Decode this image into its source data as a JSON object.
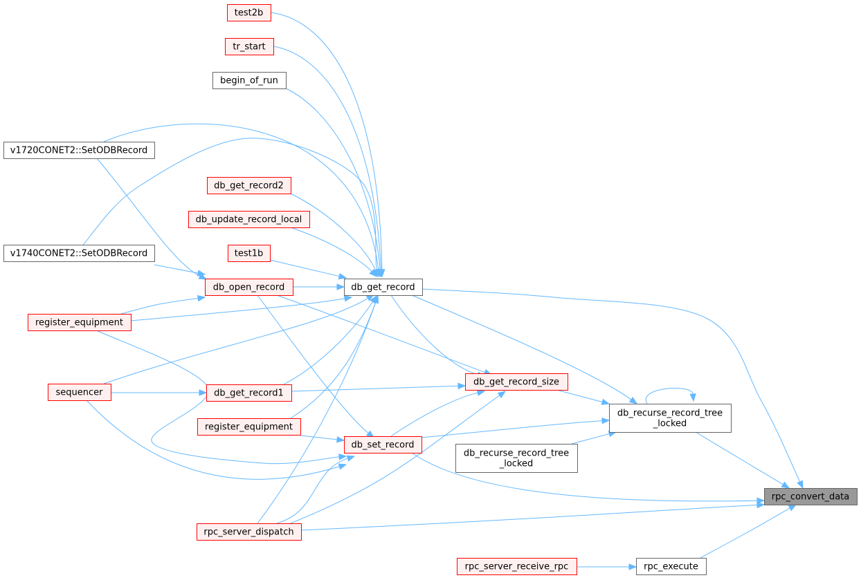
{
  "colors": {
    "edge": "#63b8ff",
    "red_border": "#ff0000",
    "red_fill": "#fff0f0",
    "plain_border": "#666666",
    "plain_fill": "#ffffff",
    "focus_fill": "#999999"
  },
  "nodes": [
    {
      "id": "test2b",
      "lines": [
        "test2b"
      ],
      "style": "red"
    },
    {
      "id": "tr_start",
      "lines": [
        "tr_start"
      ],
      "style": "red"
    },
    {
      "id": "begin_of_run",
      "lines": [
        "begin_of_run"
      ],
      "style": "plain"
    },
    {
      "id": "v1720",
      "lines": [
        "v1720CONET2::SetODBRecord"
      ],
      "style": "plain"
    },
    {
      "id": "db_get_record2",
      "lines": [
        "db_get_record2"
      ],
      "style": "red"
    },
    {
      "id": "db_update_record_local",
      "lines": [
        "db_update_record_local"
      ],
      "style": "red"
    },
    {
      "id": "v1740",
      "lines": [
        "v1740CONET2::SetODBRecord"
      ],
      "style": "plain"
    },
    {
      "id": "test1b",
      "lines": [
        "test1b"
      ],
      "style": "red"
    },
    {
      "id": "db_open_record",
      "lines": [
        "db_open_record"
      ],
      "style": "red"
    },
    {
      "id": "db_get_record",
      "lines": [
        "db_get_record"
      ],
      "style": "plain"
    },
    {
      "id": "register_equipment_1",
      "lines": [
        "register_equipment"
      ],
      "style": "red"
    },
    {
      "id": "db_get_record_size",
      "lines": [
        "db_get_record_size"
      ],
      "style": "red"
    },
    {
      "id": "sequencer",
      "lines": [
        "sequencer"
      ],
      "style": "red"
    },
    {
      "id": "db_get_record1",
      "lines": [
        "db_get_record1"
      ],
      "style": "red"
    },
    {
      "id": "db_recurse_record_tree_locked_1",
      "lines": [
        "db_recurse_record_tree",
        "_locked"
      ],
      "style": "plain"
    },
    {
      "id": "register_equipment_2",
      "lines": [
        "register_equipment"
      ],
      "style": "red"
    },
    {
      "id": "db_set_record",
      "lines": [
        "db_set_record"
      ],
      "style": "red"
    },
    {
      "id": "db_recurse_record_tree_locked_2",
      "lines": [
        "db_recurse_record_tree",
        "_locked"
      ],
      "style": "plain"
    },
    {
      "id": "rpc_convert_data",
      "lines": [
        "rpc_convert_data"
      ],
      "style": "focus"
    },
    {
      "id": "rpc_server_dispatch",
      "lines": [
        "rpc_server_dispatch"
      ],
      "style": "red"
    },
    {
      "id": "rpc_server_receive_rpc",
      "lines": [
        "rpc_server_receive_rpc"
      ],
      "style": "red"
    },
    {
      "id": "rpc_execute",
      "lines": [
        "rpc_execute"
      ],
      "style": "plain"
    }
  ],
  "edges": [
    {
      "from": "test2b",
      "to": "db_get_record"
    },
    {
      "from": "tr_start",
      "to": "db_get_record"
    },
    {
      "from": "begin_of_run",
      "to": "db_get_record"
    },
    {
      "from": "v1720",
      "to": "db_get_record"
    },
    {
      "from": "v1720",
      "to": "db_open_record"
    },
    {
      "from": "db_get_record2",
      "to": "db_get_record"
    },
    {
      "from": "db_update_record_local",
      "to": "db_get_record"
    },
    {
      "from": "v1740",
      "to": "db_get_record"
    },
    {
      "from": "v1740",
      "to": "db_open_record"
    },
    {
      "from": "test1b",
      "to": "db_get_record"
    },
    {
      "from": "db_open_record",
      "to": "db_get_record"
    },
    {
      "from": "db_open_record",
      "to": "db_get_record_size"
    },
    {
      "from": "db_open_record",
      "to": "db_set_record"
    },
    {
      "from": "register_equipment_1",
      "to": "db_open_record"
    },
    {
      "from": "register_equipment_1",
      "to": "db_get_record"
    },
    {
      "from": "register_equipment_1",
      "to": "db_set_record"
    },
    {
      "from": "sequencer",
      "to": "db_get_record"
    },
    {
      "from": "sequencer",
      "to": "db_get_record1"
    },
    {
      "from": "sequencer",
      "to": "db_set_record"
    },
    {
      "from": "db_get_record1",
      "to": "db_get_record"
    },
    {
      "from": "db_get_record1",
      "to": "db_get_record_size"
    },
    {
      "from": "register_equipment_2",
      "to": "db_get_record"
    },
    {
      "from": "register_equipment_2",
      "to": "db_set_record"
    },
    {
      "from": "rpc_server_dispatch",
      "to": "db_get_record"
    },
    {
      "from": "rpc_server_dispatch",
      "to": "db_set_record"
    },
    {
      "from": "rpc_server_dispatch",
      "to": "db_get_record_size"
    },
    {
      "from": "rpc_server_dispatch",
      "to": "rpc_convert_data"
    },
    {
      "from": "db_set_record",
      "to": "db_get_record_size"
    },
    {
      "from": "db_set_record",
      "to": "db_recurse_record_tree_locked_1"
    },
    {
      "from": "db_set_record",
      "to": "rpc_convert_data"
    },
    {
      "from": "db_get_record",
      "to": "db_get_record_size"
    },
    {
      "from": "db_get_record",
      "to": "db_recurse_record_tree_locked_1"
    },
    {
      "from": "db_get_record",
      "to": "rpc_convert_data"
    },
    {
      "from": "db_get_record_size",
      "to": "db_recurse_record_tree_locked_1"
    },
    {
      "from": "db_recurse_record_tree_locked_2",
      "to": "db_recurse_record_tree_locked_1"
    },
    {
      "from": "db_recurse_record_tree_locked_1",
      "to": "db_recurse_record_tree_locked_1"
    },
    {
      "from": "db_recurse_record_tree_locked_1",
      "to": "rpc_convert_data"
    },
    {
      "from": "rpc_execute",
      "to": "rpc_convert_data"
    },
    {
      "from": "rpc_server_receive_rpc",
      "to": "rpc_execute"
    }
  ]
}
